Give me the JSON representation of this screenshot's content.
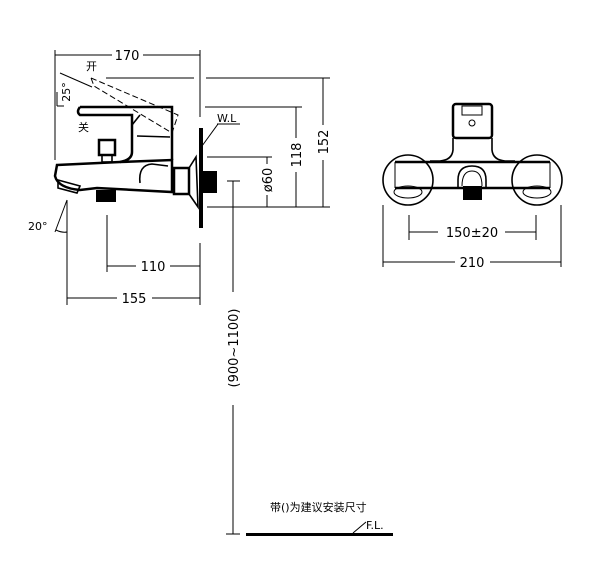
{
  "side_view": {
    "dim_width_top": "170",
    "dim_height_total": "152",
    "dim_height_handle": "118",
    "dim_plate_dia": "ø60",
    "dim_outlet": "110",
    "dim_spout": "155",
    "angle_lever": "25°",
    "angle_spout": "20°",
    "label_open": "开",
    "label_close": "关",
    "label_wall": "W.L",
    "dim_install_height": "(900~1100)"
  },
  "front_view": {
    "dim_centers": "150±20",
    "dim_width": "210"
  },
  "footer": {
    "note": "带()为建议安装尺寸",
    "floor_label": "F.L."
  }
}
